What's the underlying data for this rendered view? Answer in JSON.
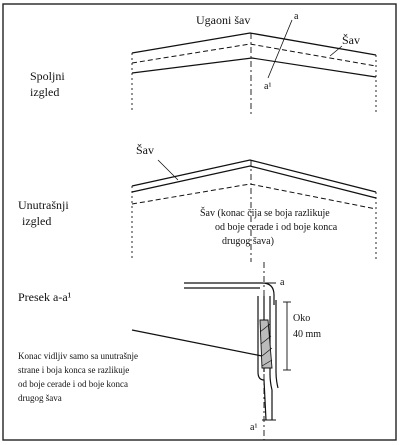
{
  "labels": {
    "title_top": "Ugaoni šav",
    "label_a": "a",
    "label_a1_top": "a¹",
    "sav_top": "Šav",
    "spoljni_1": "Spoljni",
    "spoljni_2": "izgled",
    "sav_mid": "Šav",
    "unutrasnji_1": "Unutrašnji",
    "unutrasnji_2": "izgled",
    "note_mid_1": "Šav (konac čija se boja razlikuje",
    "note_mid_2": "od boje cerade i od boje konca",
    "note_mid_3": "drugog šava)",
    "presek": "Presek a-a¹",
    "section_a": "a",
    "dim_1": "Oko",
    "dim_2": "40 mm",
    "note_bot_1": "Konac vidljiv samo sa unutrašnje",
    "note_bot_2": "strane i boja konca se razlikuje",
    "note_bot_3": "od boje cerade i od boje konca",
    "note_bot_4": "drugog šava",
    "section_a1": "a¹"
  }
}
